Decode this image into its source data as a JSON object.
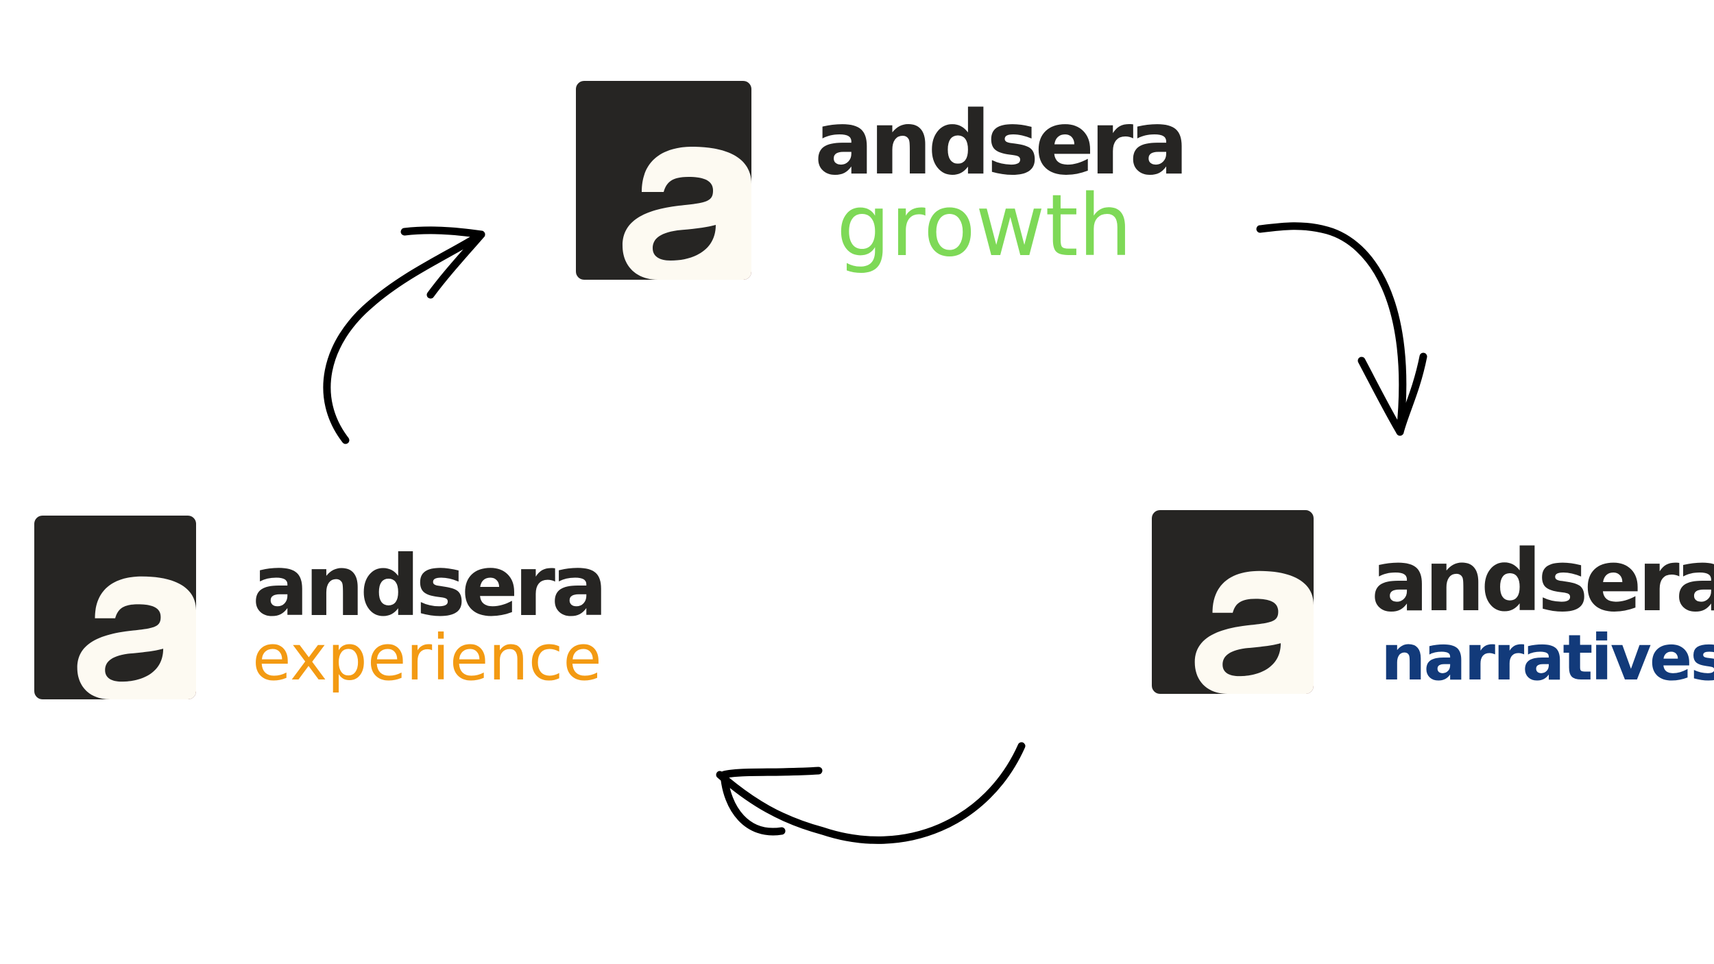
{
  "logos": [
    {
      "id": "growth",
      "brand": "andsera",
      "subbrand": "growth",
      "subbrand_color": "#7ed957"
    },
    {
      "id": "narratives",
      "brand": "andsera",
      "subbrand": "narratives",
      "subbrand_color": "#123a7a"
    },
    {
      "id": "experience",
      "brand": "andsera",
      "subbrand": "experience",
      "subbrand_color": "#f39a12"
    }
  ],
  "mark": {
    "letter": "a",
    "background_color": "#262523",
    "letter_color": "#fdfaf2",
    "accent_color": "#7a1f1f"
  },
  "arrows": [
    {
      "from": "growth",
      "to": "narratives"
    },
    {
      "from": "narratives",
      "to": "experience"
    },
    {
      "from": "experience",
      "to": "growth"
    }
  ]
}
